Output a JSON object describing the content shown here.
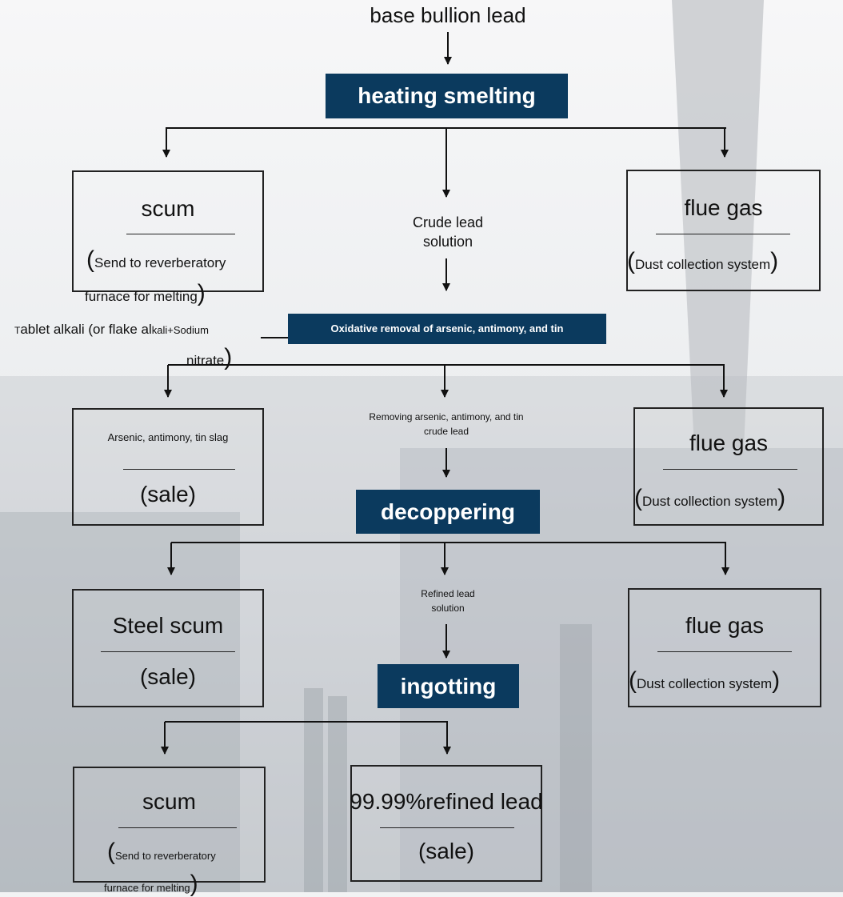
{
  "colors": {
    "process_fill": "#0b3a5e",
    "process_text": "#ffffff",
    "line": "#111111"
  },
  "nodes": {
    "source": "base bullion lead",
    "heating": "heating smelting",
    "scum1": {
      "title": "scum",
      "paren_open": "(",
      "note_a": "Send to reverberatory",
      "note_b": "furnace for melting",
      "paren_close": ")"
    },
    "crude_solution": {
      "line1": "Crude lead",
      "line2": "solution"
    },
    "flue1": {
      "title": "flue gas",
      "paren_open": "(",
      "note": "Dust collection system",
      "paren_close": ")"
    },
    "reagent": {
      "cap": "T",
      "part1": "ablet alkali (or flake al",
      "part2": "kali+Sodium",
      "part3": "nitrate",
      "paren_close": ")"
    },
    "oxidative": "Oxidative removal of arsenic, antimony, and tin",
    "slag": {
      "title": "Arsenic, antimony, tin slag",
      "note": "(sale)"
    },
    "removed_crude": {
      "line1": "Removing arsenic, antimony, and tin",
      "line2": "crude lead"
    },
    "flue2": {
      "title": "flue gas",
      "paren_open": "(",
      "note": "Dust collection system",
      "paren_close": ")"
    },
    "decoppering": "decoppering",
    "steel_scum": {
      "title": "Steel scum",
      "note": "(sale)"
    },
    "refined_solution": {
      "line1": "Refined lead",
      "line2": "solution"
    },
    "flue3": {
      "title": "flue gas",
      "paren_open": "(",
      "note": "Dust collection system",
      "paren_close": ")"
    },
    "ingotting": "ingotting",
    "scum2": {
      "title": "scum",
      "paren_open": "(",
      "note_a": "Send to reverberatory",
      "note_b": "furnace for melting",
      "paren_close": ")"
    },
    "refined_lead": {
      "title": "99.99%refined lead",
      "note": "(sale)"
    }
  }
}
